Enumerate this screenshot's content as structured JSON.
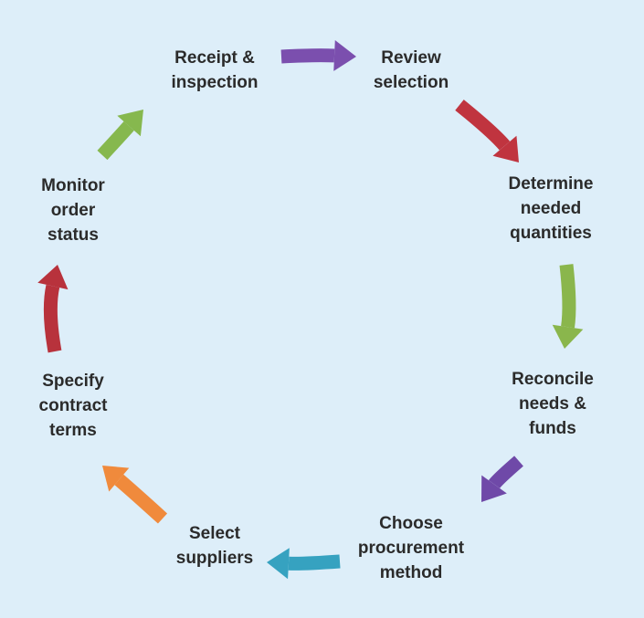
{
  "steps": [
    {
      "label": "Receipt &\ninspection"
    },
    {
      "label": "Review\nselection"
    },
    {
      "label": "Determine\nneeded\nquantities"
    },
    {
      "label": "Reconcile\nneeds &\nfunds"
    },
    {
      "label": "Choose\nprocurement\nmethod"
    },
    {
      "label": "Select\nsuppliers"
    },
    {
      "label": "Specify\ncontract\nterms"
    },
    {
      "label": "Monitor\norder\nstatus"
    }
  ],
  "arrow_colors": [
    "#7b4fae",
    "#c0343f",
    "#8ab64c",
    "#6f49a8",
    "#36a2c0",
    "#f08a3c",
    "#b8323c",
    "#86b84e"
  ],
  "background": "#ddeef9"
}
